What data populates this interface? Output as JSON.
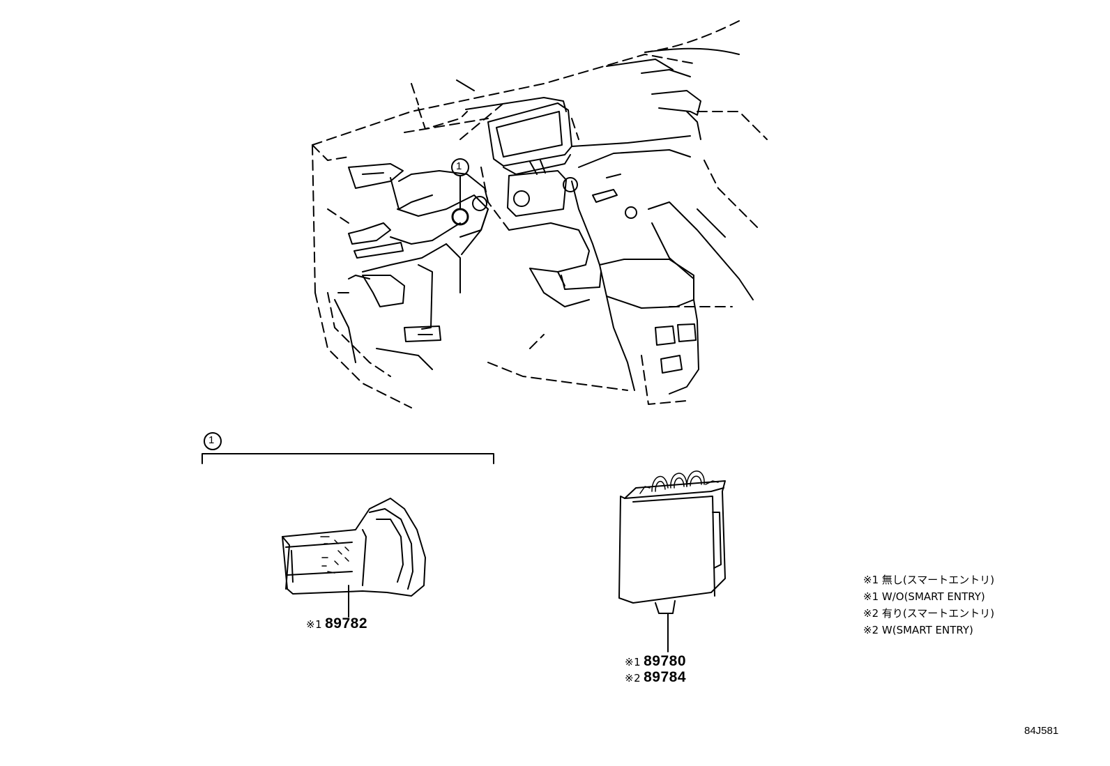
{
  "callout_number": "1",
  "parts": {
    "p89782": {
      "mark": "※1",
      "number": "89782"
    },
    "p89780": {
      "mark": "※1",
      "number": "89780"
    },
    "p89784": {
      "mark": "※2",
      "number": "89784"
    }
  },
  "legend": [
    "※1 無し(スマートエントリ)",
    "※1 W/O(SMART ENTRY)",
    "※2 有り(スマートエントリ)",
    "※2 W(SMART ENTRY)"
  ],
  "diagram_ref": "84J581"
}
